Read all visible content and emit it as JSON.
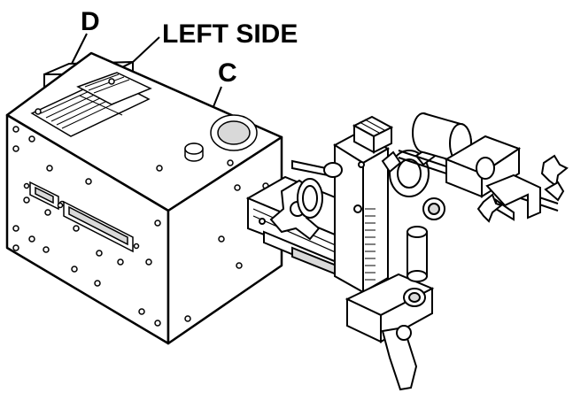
{
  "callouts": {
    "d": "D",
    "left_side": "LEFT SIDE",
    "c": "C"
  },
  "colors": {
    "line": "#000000",
    "fill": "#ffffff",
    "shade": "#d9d9d9"
  }
}
